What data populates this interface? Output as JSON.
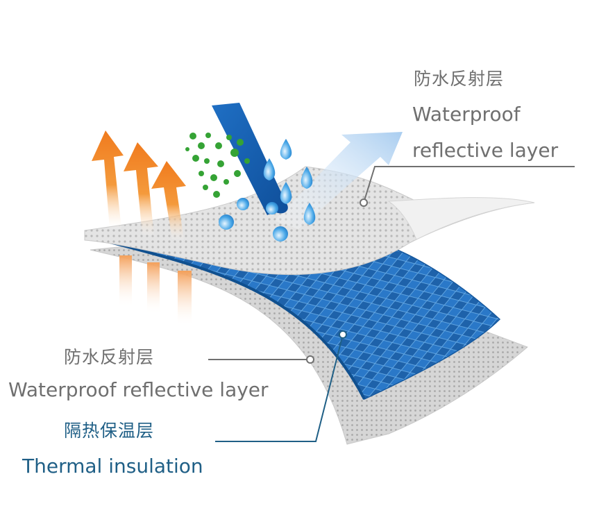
{
  "labels": {
    "top_right": {
      "zh": "防水反射层",
      "en_line1": "Waterproof",
      "en_line2": "reflective layer"
    },
    "bottom_left": {
      "zh": "防水反射层",
      "en": "Waterproof reflective layer"
    },
    "thermal": {
      "zh": "隔热保温层",
      "en": "Thermal insulation"
    }
  },
  "colors": {
    "label_grey": "#6f6f6f",
    "label_blue": "#1f5f86",
    "layer_blue": "#1f6fbf",
    "layer_silver": "#d9d9d9",
    "heat_orange": "#f08a2c",
    "particles_green": "#3aa83a",
    "water_blue": "#3b9be0"
  },
  "icons": [
    "heat-arrow-icon",
    "water-drop-icon",
    "green-particle-icon",
    "reflected-arrow-icon",
    "rain-arrow-icon"
  ]
}
